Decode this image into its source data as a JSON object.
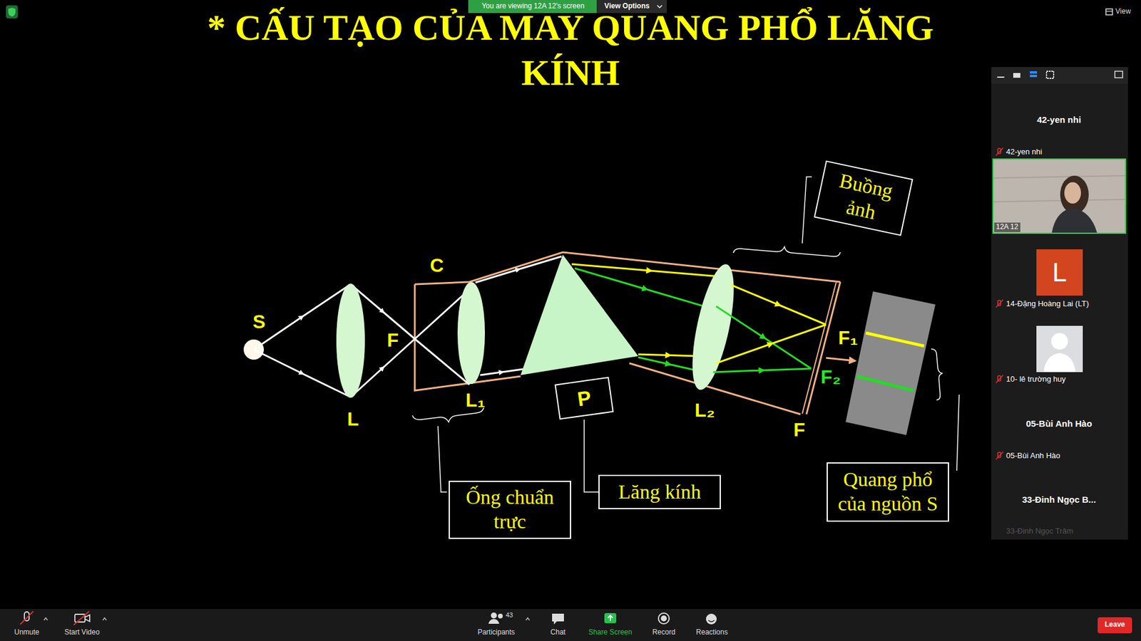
{
  "diagram": {
    "title": "* CẤU TẠO CỦA MAY QUANG PHỔ LĂNG KÍNH",
    "nodes": [
      {
        "text": [
          "Buồng ảnh"
        ]
      },
      {
        "text": [
          "P"
        ]
      },
      {
        "text": [
          "Ống chuẩn trực"
        ]
      },
      {
        "text": [
          "Lăng kính"
        ]
      },
      {
        "text": [
          "Quang phổ của nguồn S"
        ]
      }
    ],
    "edges": [
      {
        "from": 1,
        "to": 3,
        "arrow": "none"
      }
    ],
    "labels": [
      "You are viewing 12A 12's screen",
      "View Options",
      "View",
      "C",
      "S",
      "F",
      "L",
      "L₁",
      "L₂",
      "F₁",
      "F₂",
      "F",
      "42-yen nhi",
      "42-yen nhi",
      "12A 12",
      "L",
      "14-Đặng Hoàng Lai (LT)",
      "10- lê trường huy",
      "05-Bùi Anh Hào",
      "05-Bùi Anh Hào",
      "33-Đinh Ngọc B...",
      "33-Đinh Ngọc Trâm",
      "Unmute",
      "Start Video",
      "43",
      "Participants",
      "Chat",
      "Share Screen",
      "Record",
      "Reactions",
      "Leave"
    ]
  }
}
